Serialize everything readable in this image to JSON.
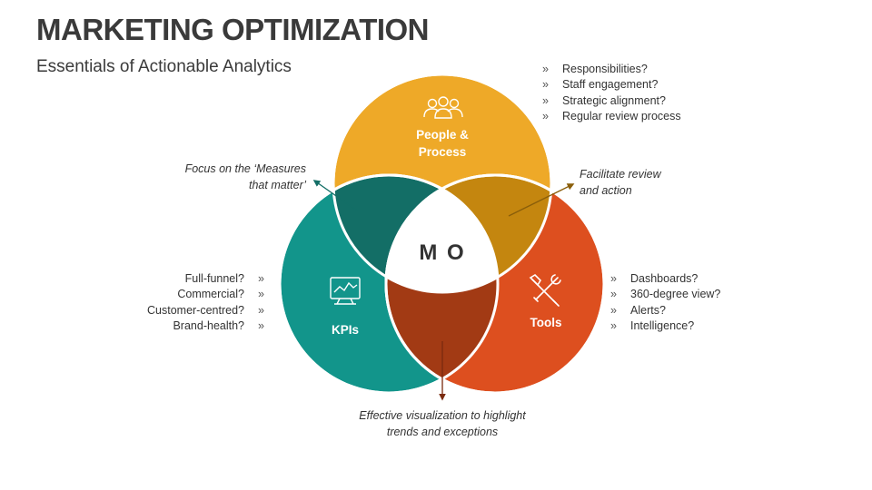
{
  "title": "MARKETING OPTIMIZATION",
  "subtitle": "Essentials of Actionable Analytics",
  "center_label": "M O",
  "circles": {
    "people": {
      "label_line1": "People &",
      "label_line2": "Process",
      "color": "#EEA928",
      "icon": "people-icon"
    },
    "kpis": {
      "label": "KPIs",
      "color": "#12958B",
      "icon": "monitor-chart-icon"
    },
    "tools": {
      "label": "Tools",
      "color": "#DD4F1F",
      "icon": "tools-icon"
    }
  },
  "overlap_colors": {
    "people_kpis": "#136E66",
    "people_tools": "#C4860F",
    "kpis_tools": "#A23A14"
  },
  "lists": {
    "people": {
      "bullet": "»",
      "items": [
        "Responsibilities?",
        "Staff engagement?",
        "Strategic alignment?",
        "Regular review process"
      ]
    },
    "kpis": {
      "bullet": "»",
      "items": [
        "Full-funnel?",
        "Commercial?",
        "Customer-centred?",
        "Brand-health?"
      ]
    },
    "tools": {
      "bullet": "»",
      "items": [
        "Dashboards?",
        "360-degree view?",
        "Alerts?",
        "Intelligence?"
      ]
    }
  },
  "notes": {
    "measures": {
      "line1": "Focus on the ‘Measures",
      "line2": "that matter’"
    },
    "review": {
      "line1": "Facilitate review",
      "line2": "and action"
    },
    "visualization": {
      "line1": "Effective visualization to highlight",
      "line2": "trends and exceptions"
    }
  }
}
